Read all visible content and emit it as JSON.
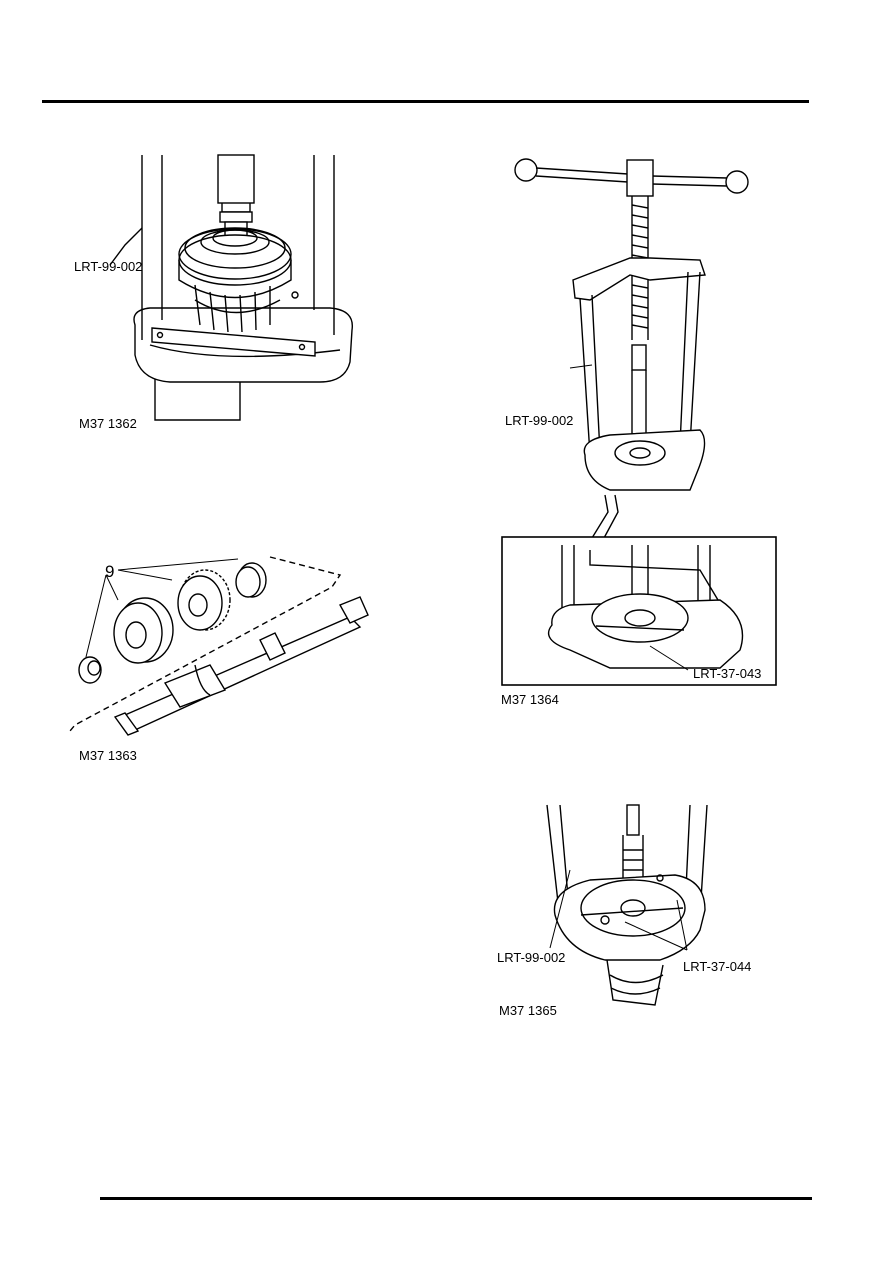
{
  "figures": [
    {
      "caption": "M37 1362",
      "tools": [
        "LRT-99-002"
      ]
    },
    {
      "caption": "M37 1363",
      "callout": "9"
    },
    {
      "caption": "M37 1364",
      "tools": [
        "LRT-99-002",
        "LRT-37-043"
      ]
    },
    {
      "caption": "M37 1365",
      "tools": [
        "LRT-99-002",
        "LRT-37-044"
      ]
    }
  ]
}
